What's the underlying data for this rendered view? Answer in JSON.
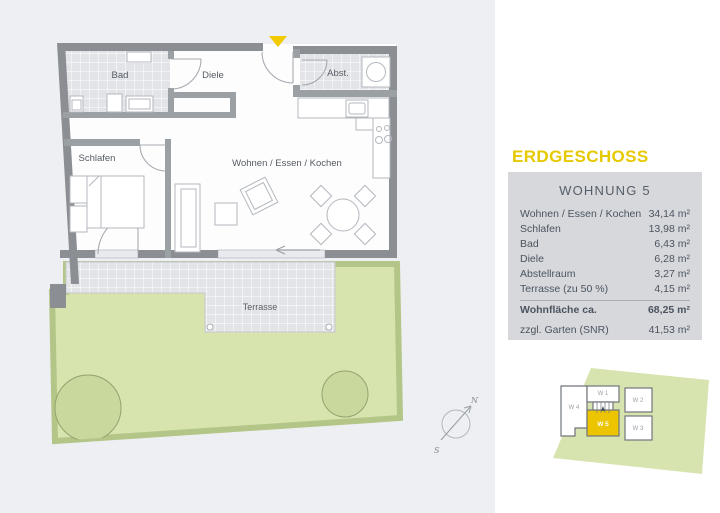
{
  "floorplan": {
    "rooms": {
      "bad": "Bad",
      "diele": "Diele",
      "abstellraum": "Abst.",
      "schlafen": "Schlafen",
      "wohnen": "Wohnen / Essen / Kochen",
      "terrasse": "Terrasse"
    },
    "compass": {
      "north": "N",
      "south": "S"
    }
  },
  "panel": {
    "floor_title": "ERDGESCHOSS",
    "unit_title": "WOHNUNG 5",
    "rows": [
      {
        "label": "Wohnen / Essen / Kochen",
        "value": "34,14 m²"
      },
      {
        "label": "Schlafen",
        "value": "13,98 m²"
      },
      {
        "label": "Bad",
        "value": "6,43 m²"
      },
      {
        "label": "Diele",
        "value": "6,28 m²"
      },
      {
        "label": "Abstellraum",
        "value": "3,27 m²"
      },
      {
        "label": "Terrasse (zu 50 %)",
        "value": "4,15 m²"
      }
    ],
    "total_row": {
      "label": "Wohnfläche ca.",
      "value": "68,25 m²"
    },
    "extra_row": {
      "label": "zzgl. Garten (SNR)",
      "value": "41,53 m²"
    }
  },
  "minimap": {
    "units": [
      {
        "label": "W 4"
      },
      {
        "label": "W 1"
      },
      {
        "label": "W 2"
      },
      {
        "label": "W 3"
      },
      {
        "label": "W 5"
      }
    ],
    "highlighted_unit": "W 5"
  },
  "colors": {
    "accent_yellow": "#e9c800",
    "wall_gray": "#8b8e92",
    "garden_green": "#d7e4ae",
    "garden_border": "#b3c687",
    "panel_box_gray": "#d6d8dc",
    "text_dark": "#4d5560"
  }
}
